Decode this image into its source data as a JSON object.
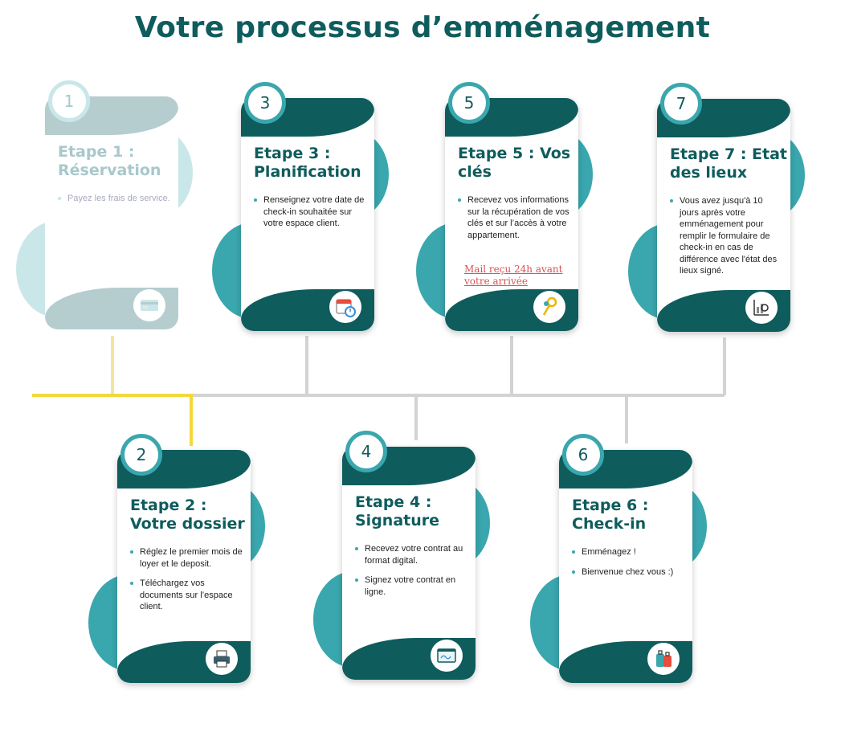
{
  "title": "Votre processus d’emménagement",
  "colors": {
    "primary": "#0f5c5d",
    "accent": "#3aa7ae",
    "connector": "#d3d3d3",
    "active_path": "#f4d83a",
    "note": "#d9534f"
  },
  "steps": [
    {
      "number": "1",
      "title": "Etape 1 : Réservation",
      "bullets": [
        "Payez les frais de service."
      ],
      "icon": "credit-card-icon",
      "state": "completed"
    },
    {
      "number": "2",
      "title": "Etape 2 : Votre dossier",
      "bullets": [
        "Réglez le premier mois de loyer et le deposit.",
        "Téléchargez vos documents sur l’espace client."
      ],
      "icon": "printer-icon",
      "state": "current"
    },
    {
      "number": "3",
      "title": "Etape 3 : Planification",
      "bullets": [
        "Renseignez votre date de check-in souhaitée sur votre espace client."
      ],
      "icon": "calendar-clock-icon",
      "state": "upcoming"
    },
    {
      "number": "4",
      "title": "Etape 4 : Signature",
      "bullets": [
        "Recevez votre contrat au format digital.",
        "Signez votre contrat en ligne."
      ],
      "icon": "signature-screen-icon",
      "state": "upcoming"
    },
    {
      "number": "5",
      "title": "Etape 5 : Vos clés",
      "bullets": [
        "Recevez vos informations sur la récupération de vos clés et sur l’accès à votre appartement."
      ],
      "note": "Mail reçu 24h avant votre arrivée",
      "icon": "keys-icon",
      "state": "upcoming"
    },
    {
      "number": "6",
      "title": "Etape 6 : Check-in",
      "bullets": [
        "Emménagez !",
        "Bienvenue chez vous :)"
      ],
      "icon": "luggage-icon",
      "state": "upcoming"
    },
    {
      "number": "7",
      "title": "Etape 7 : Etat des lieux",
      "bullets": [
        "Vous avez jusqu'à 10 jours après votre emménagement pour remplir le formulaire de check-in en cas de différence avec l'état des lieux signé."
      ],
      "icon": "report-search-icon",
      "state": "upcoming"
    }
  ]
}
